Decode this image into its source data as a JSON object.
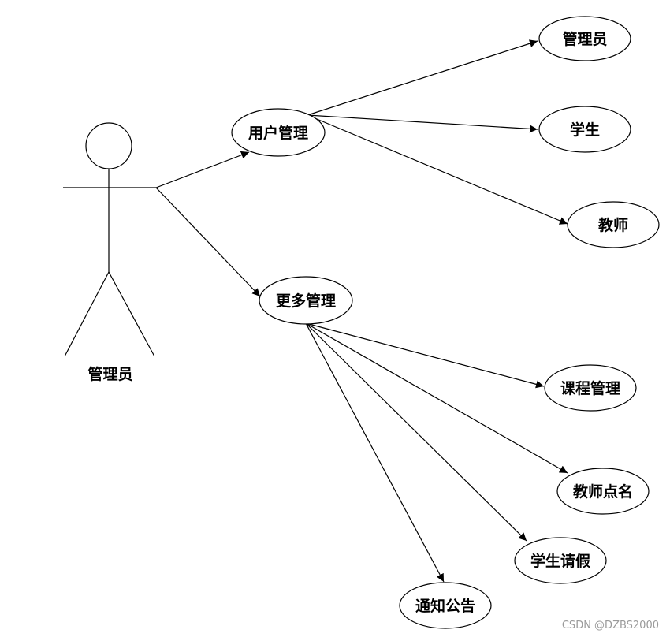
{
  "actor": {
    "label": "管理员"
  },
  "use_cases": {
    "user_mgmt": "用户管理",
    "more_mgmt": "更多管理",
    "admin": "管理员",
    "student": "学生",
    "teacher": "教师",
    "course_mgmt": "课程管理",
    "teacher_rollcall": "教师点名",
    "student_leave": "学生请假",
    "notice": "通知公告"
  },
  "watermark": "CSDN @DZBS2000"
}
